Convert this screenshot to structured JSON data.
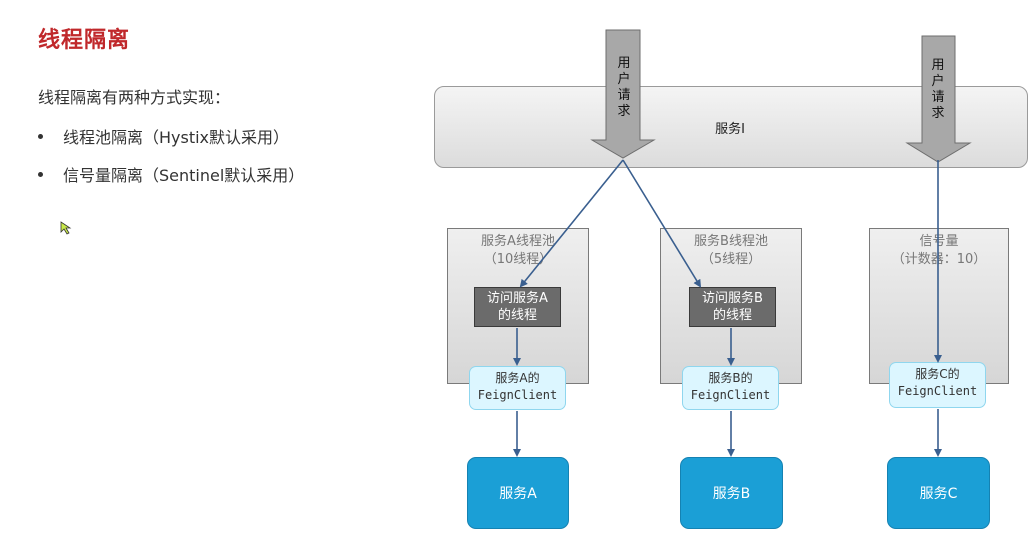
{
  "slide": {
    "title": "线程隔离",
    "intro": "线程隔离有两种方式实现：",
    "bullets": [
      "线程池隔离（Hystix默认采用）",
      "信号量隔离（Sentinel默认采用）"
    ]
  },
  "diagram": {
    "service_bar": "服务I",
    "user_request": "用户请求",
    "pools": [
      {
        "line1": "服务A线程池",
        "line2": "（10线程）"
      },
      {
        "line1": "服务B线程池",
        "line2": "（5线程）"
      },
      {
        "line1": "信号量",
        "line2": "（计数器：10）"
      }
    ],
    "threads": [
      {
        "line1": "访问服务A",
        "line2": "的线程"
      },
      {
        "line1": "访问服务B",
        "line2": "的线程"
      }
    ],
    "feign_clients": [
      {
        "line1": "服务A的",
        "line2": "FeignClient"
      },
      {
        "line1": "服务B的",
        "line2": "FeignClient"
      },
      {
        "line1": "服务C的",
        "line2": "FeignClient"
      }
    ],
    "targets": [
      "服务A",
      "服务B",
      "服务C"
    ]
  },
  "colors": {
    "title": "#c0282b",
    "target": "#1b9fd6",
    "feign": "#dcf6ff",
    "thread": "#6b6b6b",
    "line": "#3a5f8f"
  }
}
